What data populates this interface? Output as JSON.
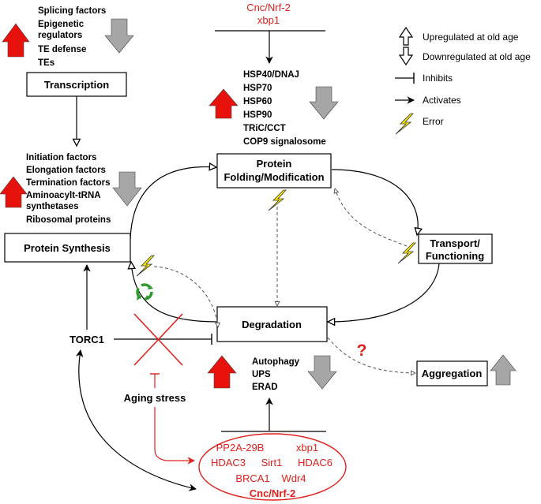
{
  "top_regulators": [
    "Cnc/Nrf-2",
    "xbp1"
  ],
  "chaperones": [
    "HSP40/DNAJ",
    "HSP70",
    "HSP60",
    "HSP90",
    "TRiC/CCT",
    "COP9 signalosome"
  ],
  "transcription_factors": [
    "Splicing factors",
    "Epigenetic",
    "regulators",
    "TE defense",
    "TEs"
  ],
  "translation_factors": [
    "Initiation factors",
    "Elongation factors",
    "Termination factors",
    "Aminoacylt-tRNA",
    "synthetases",
    "Ribosomal proteins"
  ],
  "degradation_factors": [
    "Autophagy",
    "UPS",
    "ERAD"
  ],
  "boxes": {
    "transcription": "Transcription",
    "folding_line1": "Protein",
    "folding_line2": "Folding/Modification",
    "transport_line1": "Transport/",
    "transport_line2": "Functioning",
    "synthesis": "Protein Synthesis",
    "degradation": "Degradation",
    "aggregation": "Aggregation"
  },
  "labels": {
    "torc1": "TORC1",
    "aging_stress": "Aging stress",
    "unknown": "?"
  },
  "ellipse_regulators": {
    "row1": [
      "PP2A-29B",
      "xbp1"
    ],
    "row2": [
      "HDAC3",
      "Sirt1",
      "HDAC6"
    ],
    "row3": [
      "BRCA1",
      "Wdr4"
    ],
    "row4": "Cnc/Nrf-2"
  },
  "legend": {
    "up": "Upregulated at old age",
    "down": "Downregulated at old age",
    "inhibits": "Inhibits",
    "activates": "Activates",
    "error": "Error"
  },
  "colors": {
    "red": "#e0201c",
    "up_arrow": "#e8120c",
    "down_arrow": "#a6a6a6",
    "error": "#ffee00",
    "recycle": "#2e9a2e"
  },
  "icons": [
    "up-arrow-icon",
    "down-arrow-icon",
    "inhibit-icon",
    "activate-icon",
    "lightning-icon",
    "recycle-icon",
    "cross-icon"
  ]
}
